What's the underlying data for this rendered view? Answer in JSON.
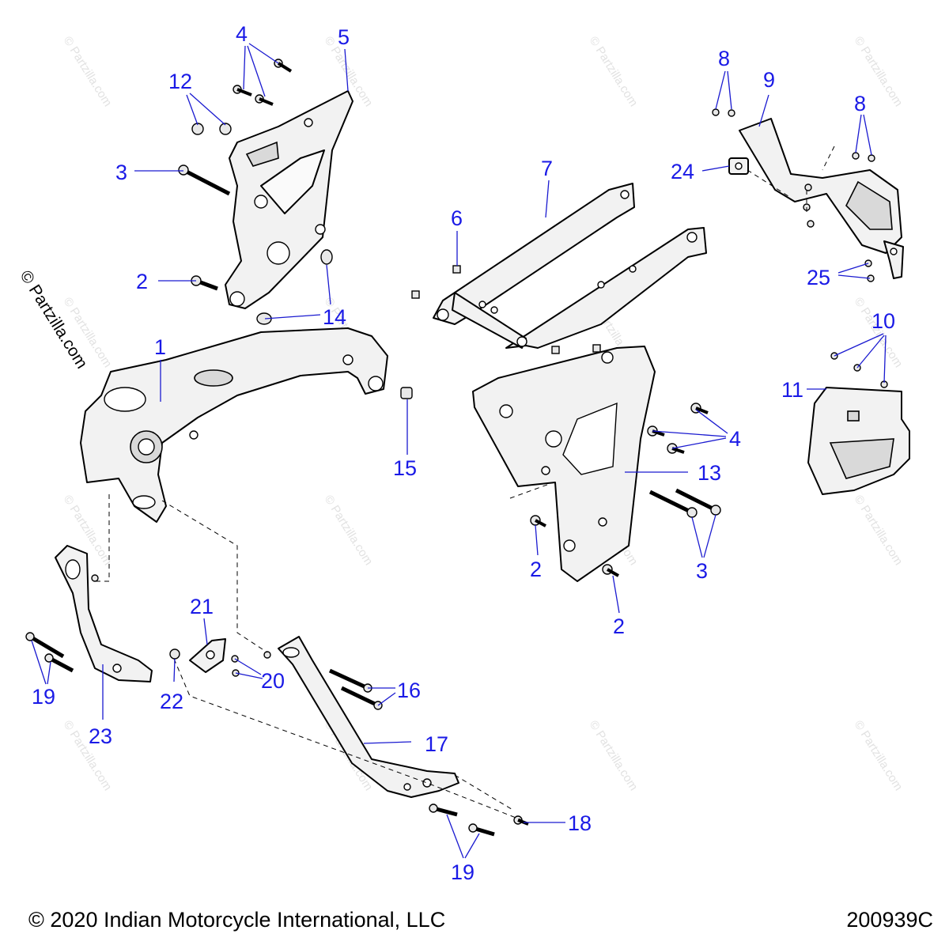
{
  "watermark": "© Partzilla.com",
  "side_copyright": "© Partzilla.com",
  "callouts": [
    "1",
    "2",
    "3",
    "4",
    "5",
    "6",
    "7",
    "8",
    "9",
    "10",
    "11",
    "12",
    "13",
    "14",
    "15",
    "16",
    "17",
    "18",
    "19",
    "20",
    "21",
    "22",
    "23",
    "24",
    "25"
  ],
  "footer": {
    "copyright": "© 2020 Indian Motorcycle International, LLC",
    "drawing_number": "200939C"
  },
  "colors": {
    "callout": "#1a1ae6",
    "line_art": "#000000",
    "watermark": "#e2e2e2"
  }
}
